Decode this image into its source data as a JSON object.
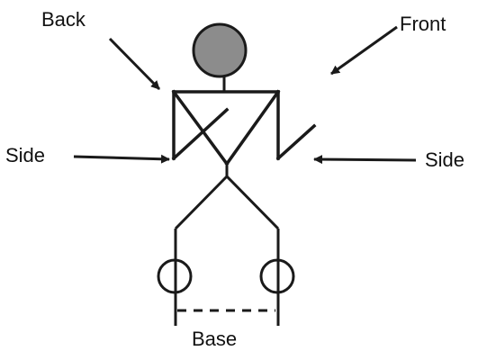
{
  "labels": {
    "back": "Back",
    "front": "Front",
    "side_left": "Side",
    "side_right": "Side",
    "base": "Base"
  },
  "colors": {
    "ink": "#1a1a1a",
    "head_fill": "#8c8c8c"
  }
}
